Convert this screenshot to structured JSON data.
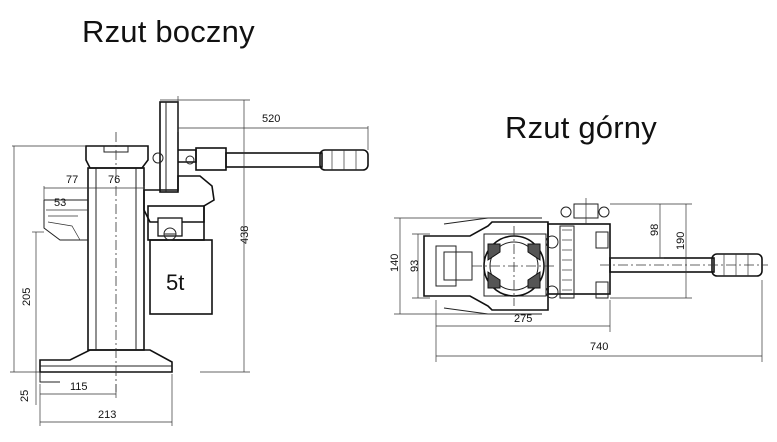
{
  "titles": {
    "side_view": "Rzut boczny",
    "top_view": "Rzut górny"
  },
  "side_view": {
    "capacity_label": "5t",
    "dimensions": {
      "handle_length": "520",
      "offset_left": "77",
      "offset_right": "76",
      "lift_dim": "53",
      "height_total": "438",
      "height_body": "205",
      "foot_height": "25",
      "toe_length": "115",
      "base_length": "213"
    }
  },
  "top_view": {
    "dimensions": {
      "width_outer": "140",
      "width_inner": "93",
      "length_body": "275",
      "length_total": "740",
      "handle_offset": "98",
      "width_handle": "190"
    }
  }
}
